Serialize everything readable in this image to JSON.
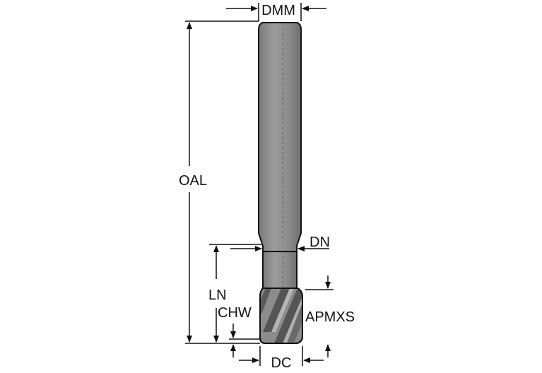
{
  "labels": {
    "dmm": "DMM",
    "oal": "OAL",
    "dn": "DN",
    "ln": "LN",
    "chw": "CHW",
    "apmxs": "APMXS",
    "dc": "DC"
  },
  "colors": {
    "line": "#111111",
    "shank_fill": "#8f8f8f",
    "shank_highlight": "#b4b4b4",
    "shank_shadow": "#6a6a6a",
    "flute_dark": "#4a4a4a",
    "flute_light": "#a8a8a8"
  }
}
